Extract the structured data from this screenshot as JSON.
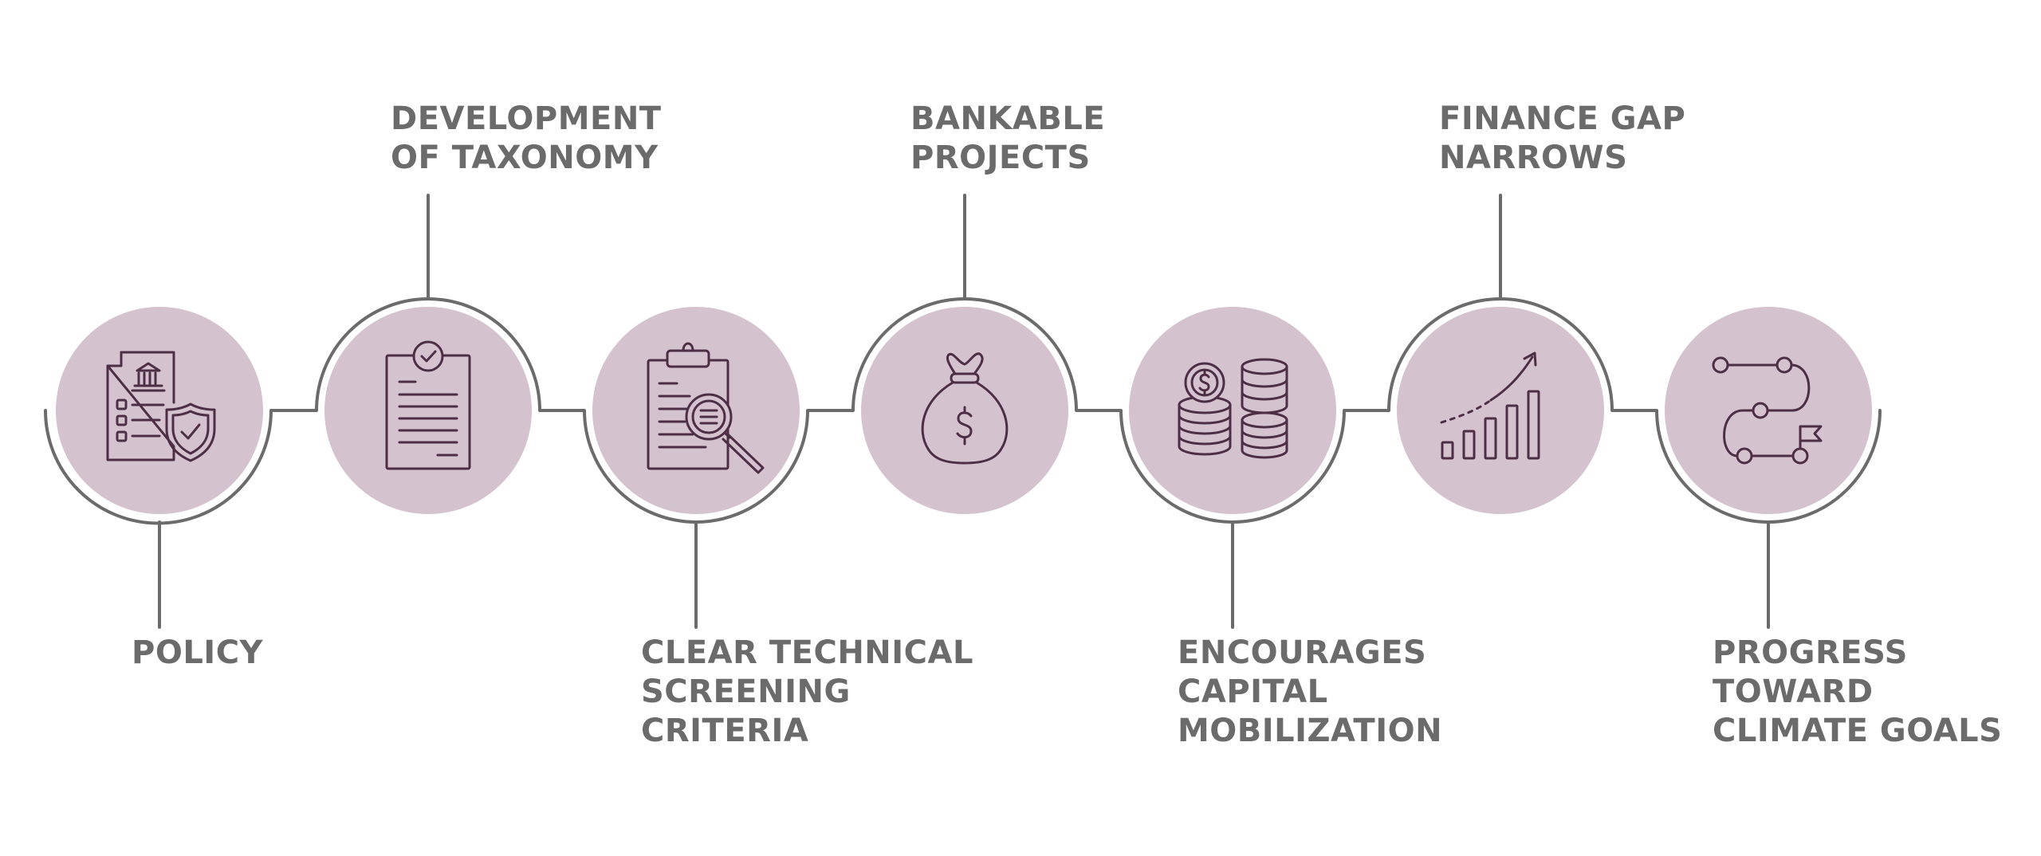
{
  "theme": {
    "circle_fill": "#d5c2cf",
    "connector_stroke": "#6b6b6b",
    "icon_stroke": "#4d2f45",
    "label_color": "#6b6b6b"
  },
  "steps": [
    {
      "id": "policy",
      "icon": "policy-document-shield-icon",
      "lines": [
        "POLICY"
      ]
    },
    {
      "id": "taxonomy",
      "icon": "checklist-clipboard-icon",
      "lines": [
        "DEVELOPMENT",
        "OF TAXONOMY"
      ]
    },
    {
      "id": "screening",
      "icon": "clipboard-magnifier-icon",
      "lines": [
        "CLEAR TECHNICAL",
        "SCREENING",
        "CRITERIA"
      ]
    },
    {
      "id": "bankable",
      "icon": "money-bag-icon",
      "lines": [
        "BANKABLE",
        "PROJECTS"
      ]
    },
    {
      "id": "capital",
      "icon": "coin-stacks-icon",
      "lines": [
        "ENCOURAGES",
        "CAPITAL",
        "MOBILIZATION"
      ]
    },
    {
      "id": "finance-gap",
      "icon": "growth-bar-chart-icon",
      "lines": [
        "FINANCE GAP",
        "NARROWS"
      ]
    },
    {
      "id": "climate-goals",
      "icon": "roadmap-flag-icon",
      "lines": [
        "PROGRESS",
        "TOWARD",
        "CLIMATE GOALS"
      ]
    }
  ]
}
